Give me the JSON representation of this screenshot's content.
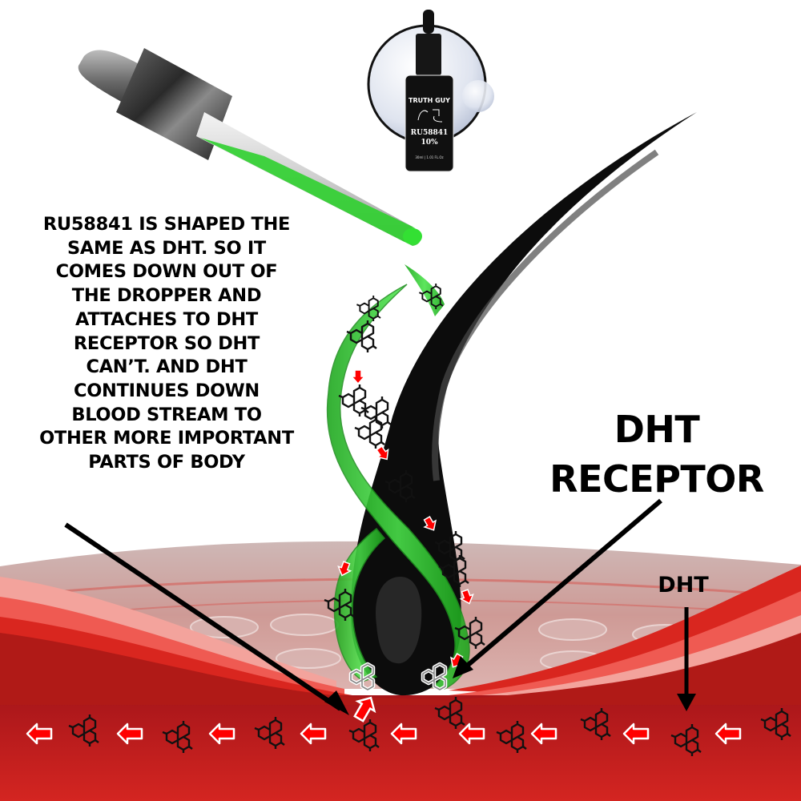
{
  "caption": {
    "lines": [
      "RU58841 IS SHAPED THE",
      "SAME AS DHT.  SO IT",
      "COMES DOWN OUT OF",
      "THE DROPPER AND",
      "ATTACHES TO DHT",
      "RECEPTOR SO DHT",
      "CAN’T.  AND DHT",
      "CONTINUES DOWN",
      "BLOOD STREAM TO",
      "OTHER MORE IMPORTANT",
      "PARTS OF BODY"
    ]
  },
  "receptor_label": {
    "lines": [
      "DHT",
      "RECEPTOR"
    ]
  },
  "dht_label": "DHT",
  "product": {
    "brand": "TRUTH GUY",
    "name": "RU58841",
    "concentration": "10%",
    "volume": "30ml | 1.01 FL.Oz"
  },
  "colors": {
    "blood_dark": "#b01a17",
    "blood_mid": "#d9261f",
    "blood_light": "#ef5a52",
    "blood_pale": "#f3a39c",
    "skin": "#c9a6a3",
    "serum_green": "#2fd02f",
    "arrow_red": "#ff0000",
    "hair_black": "#0a0a0a"
  },
  "icons": {
    "flow_arrow": "left-arrow-icon",
    "molecule": "dht-molecule-icon",
    "down_arrow": "down-arrow-icon"
  }
}
